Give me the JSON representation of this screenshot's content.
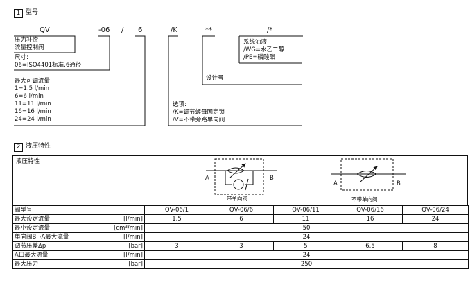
{
  "section1": {
    "number": "1",
    "title": "型号"
  },
  "code": {
    "qv": "QV",
    "size_code": "-06",
    "slash1": "/",
    "flow_code": "6",
    "k_code": "/K",
    "design_code": "**",
    "fluid_code": "/*"
  },
  "boxes": {
    "type_line1": "压力补偿",
    "type_line2": "流量控制阀",
    "size_line1": "尺寸:",
    "size_line2": "06=ISO4401标准,6通径",
    "flow_title": "最大可调流量:",
    "flow_options": [
      "1=1.5 l/min",
      "6=6 l/min",
      "11=11 l/min",
      "16=16 l/min",
      "24=24 l/min"
    ],
    "design_label": "设计号",
    "options_title": "选项:",
    "options": [
      "/K=调节螺母固定锁",
      "/V=不带旁路单向阀"
    ],
    "fluid_title": "系统油液:",
    "fluid_options": [
      "/WG=水乙二醇",
      "/PE=磷酸酯"
    ]
  },
  "section2": {
    "number": "2",
    "title": "液压特性"
  },
  "hydraulic": {
    "box_label": "液压特性",
    "symbol1_port_a": "A",
    "symbol1_port_b": "B",
    "symbol1_caption": "带单向阀",
    "symbol2_port_a": "A",
    "symbol2_port_b": "B",
    "symbol2_caption": "不带单向阀"
  },
  "table": {
    "header_label": "阀型号",
    "models": [
      "QV-06/1",
      "QV-06/6",
      "QV-06/11",
      "QV-06/16",
      "QV-06/24"
    ],
    "rows": [
      {
        "label": "最大设定流量",
        "unit": "[l/min]",
        "values": [
          "1.5",
          "6",
          "11",
          "16",
          "24"
        ]
      },
      {
        "label": "最小设定流量",
        "unit": "[cm³/min]",
        "merged": "50"
      },
      {
        "label": "单向阀B→A最大流量",
        "unit": "[l/min]",
        "merged": "24"
      },
      {
        "label": "调节压差Δp",
        "unit": "[bar]",
        "values": [
          "3",
          "3",
          "5",
          "6.5",
          "8"
        ]
      },
      {
        "label": "A口最大流量",
        "unit": "[l/min]",
        "merged": "24"
      },
      {
        "label": "最大压力",
        "unit": "[bar]",
        "merged": "250"
      }
    ]
  }
}
